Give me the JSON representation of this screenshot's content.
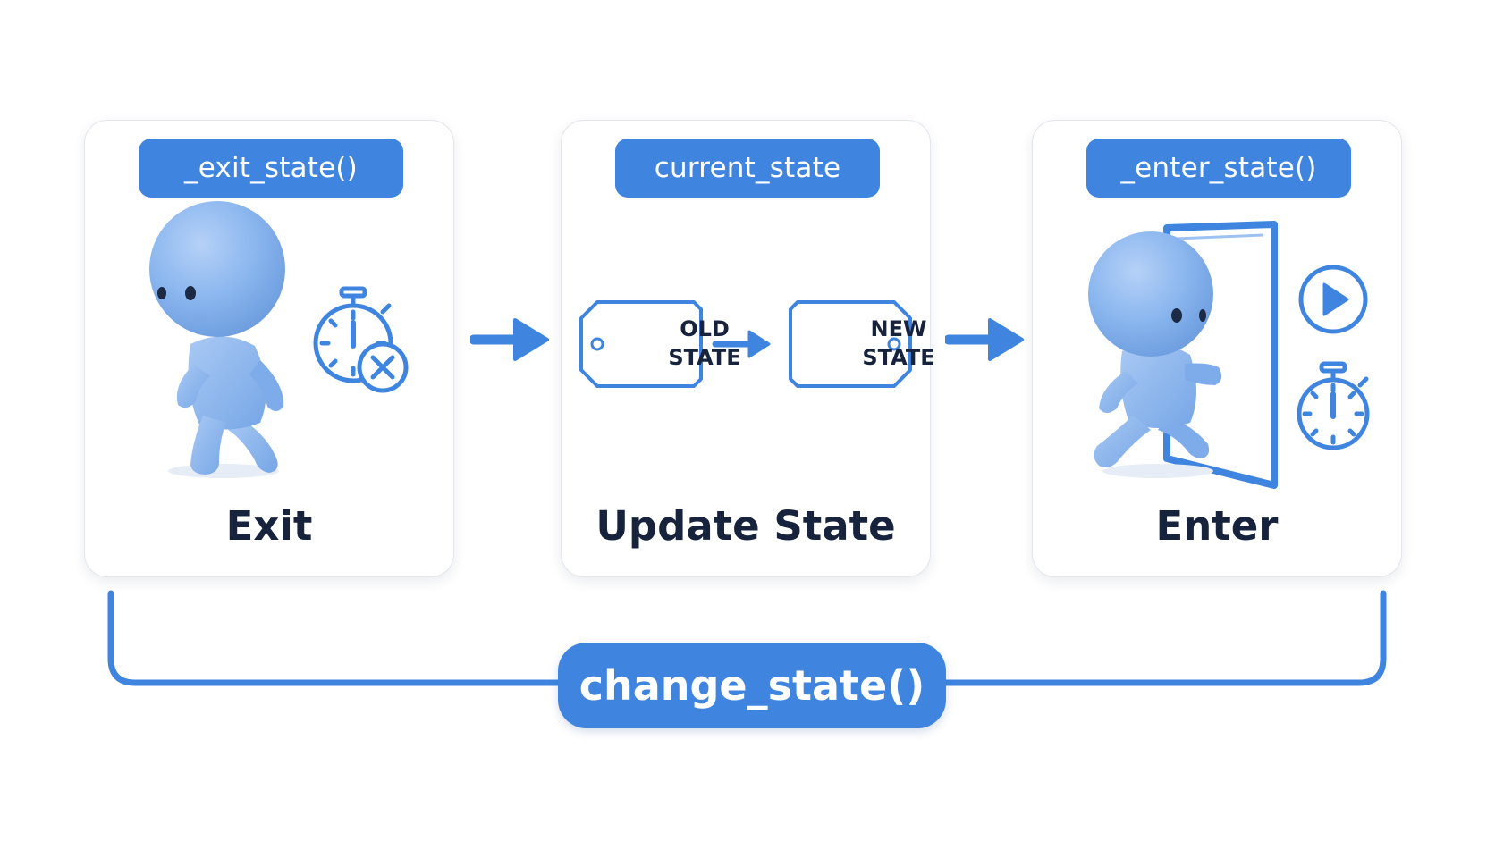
{
  "cards": [
    {
      "id": "exit",
      "pill_label": "_exit_state()",
      "title": "Exit"
    },
    {
      "id": "update",
      "pill_label": "current_state",
      "title": "Update State"
    },
    {
      "id": "enter",
      "pill_label": "_enter_state()",
      "title": "Enter"
    }
  ],
  "state_tags": {
    "old": {
      "line1": "OLD",
      "line2": "STATE"
    },
    "new": {
      "line1": "NEW",
      "line2": "STATE"
    }
  },
  "bracket_label": "change_state()",
  "icons": {
    "exit_card": [
      "figure-walking-icon",
      "stopwatch-cancel-icon"
    ],
    "update_card": [
      "old-state-tag-icon",
      "arrow-right-icon",
      "new-state-tag-icon"
    ],
    "enter_card": [
      "figure-walking-icon",
      "door-icon",
      "play-icon",
      "stopwatch-icon"
    ]
  },
  "colors": {
    "accent": "#3f85e0",
    "figure": "#8cb7ef",
    "title_text": "#17233d",
    "card_border": "#e3e6ec"
  }
}
